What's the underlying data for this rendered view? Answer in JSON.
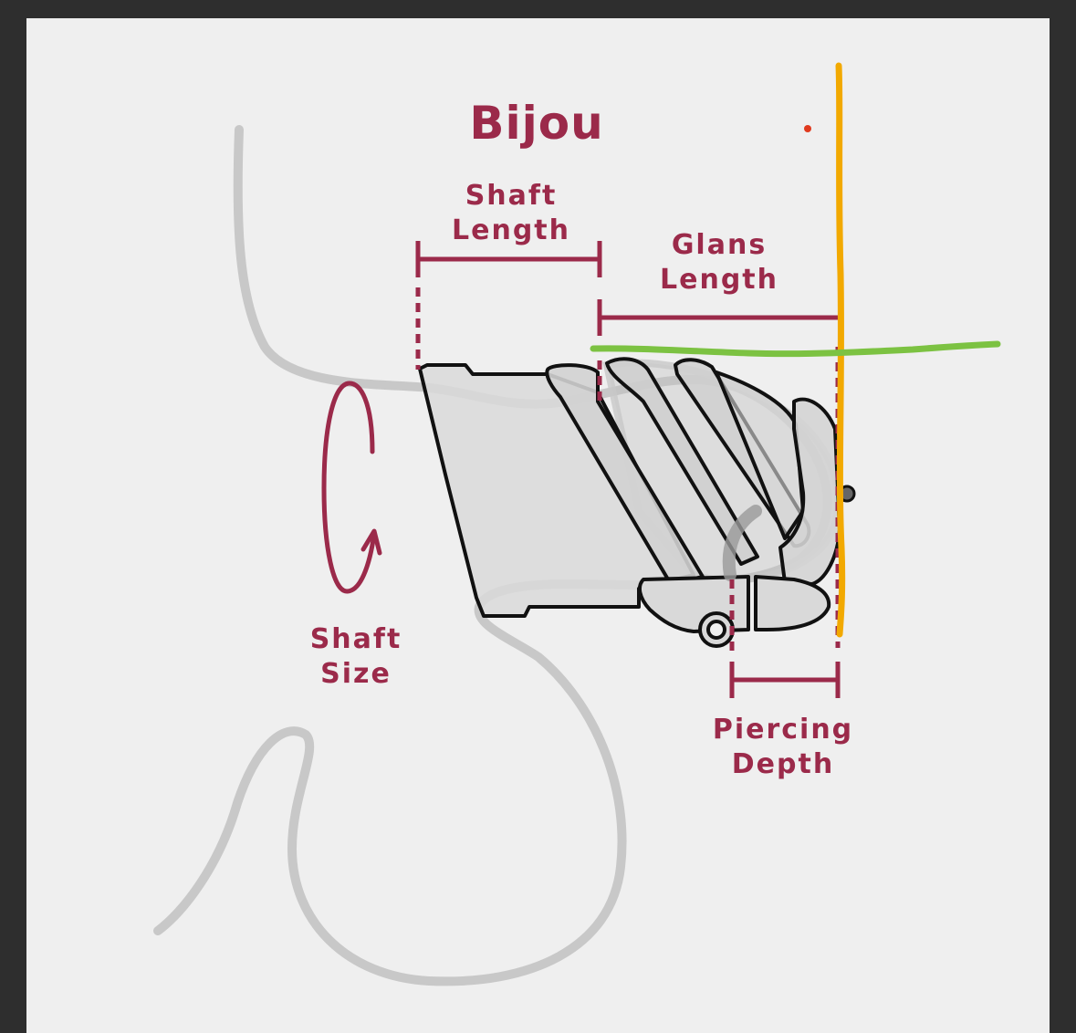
{
  "diagram": {
    "title": "Bijou",
    "labels": {
      "shaft_length": [
        "Shaft",
        "Length"
      ],
      "glans_length": [
        "Glans",
        "Length"
      ],
      "shaft_size": [
        "Shaft",
        "Size"
      ],
      "piercing_depth": [
        "Piercing",
        "Depth"
      ]
    },
    "colors": {
      "background": "#2e2e2e",
      "panel": "#efefef",
      "accent": "#9b2a4a",
      "outline_gray": "#c8c8c8",
      "device_fill": "#d9d9d9",
      "orange_marker": "#f2a900",
      "green_marker": "#7cc242"
    }
  }
}
